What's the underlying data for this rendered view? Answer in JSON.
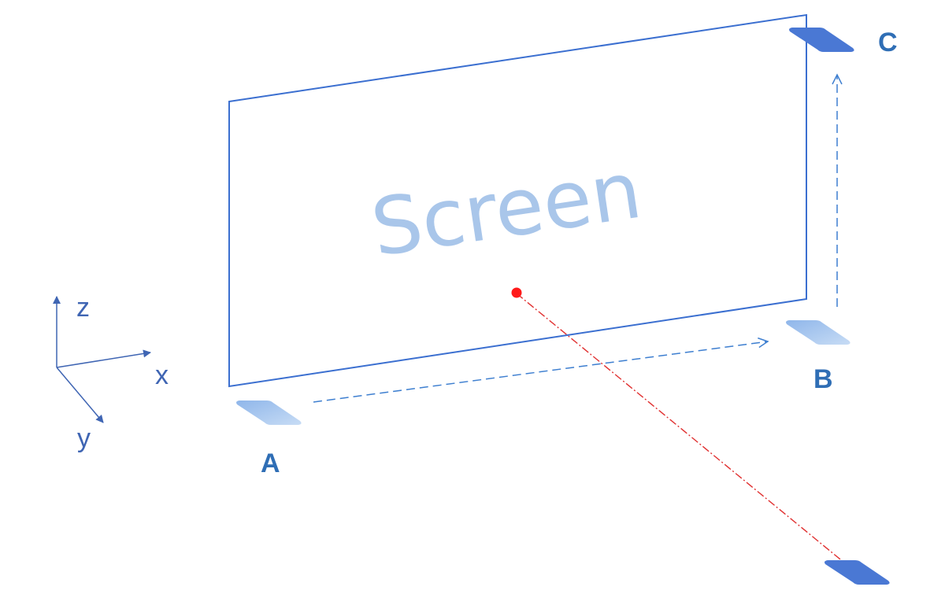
{
  "screen": {
    "label": "Screen"
  },
  "axes": {
    "x_label": "x",
    "y_label": "y",
    "z_label": "z"
  },
  "anchors": {
    "a_label": "A",
    "b_label": "B",
    "c_label": "C"
  },
  "colors": {
    "screen_outline": "#3b6fd0",
    "screen_text": "#a9c6ea",
    "axis": "#3f65b3",
    "anchor_light": "#a8c8ef",
    "anchor_dark": "#4a78d4",
    "path_dashed": "#3e7fd0",
    "target_ray": "#e03030",
    "target_dot": "#ff1a1a",
    "point_label": "#2f6eb5"
  }
}
